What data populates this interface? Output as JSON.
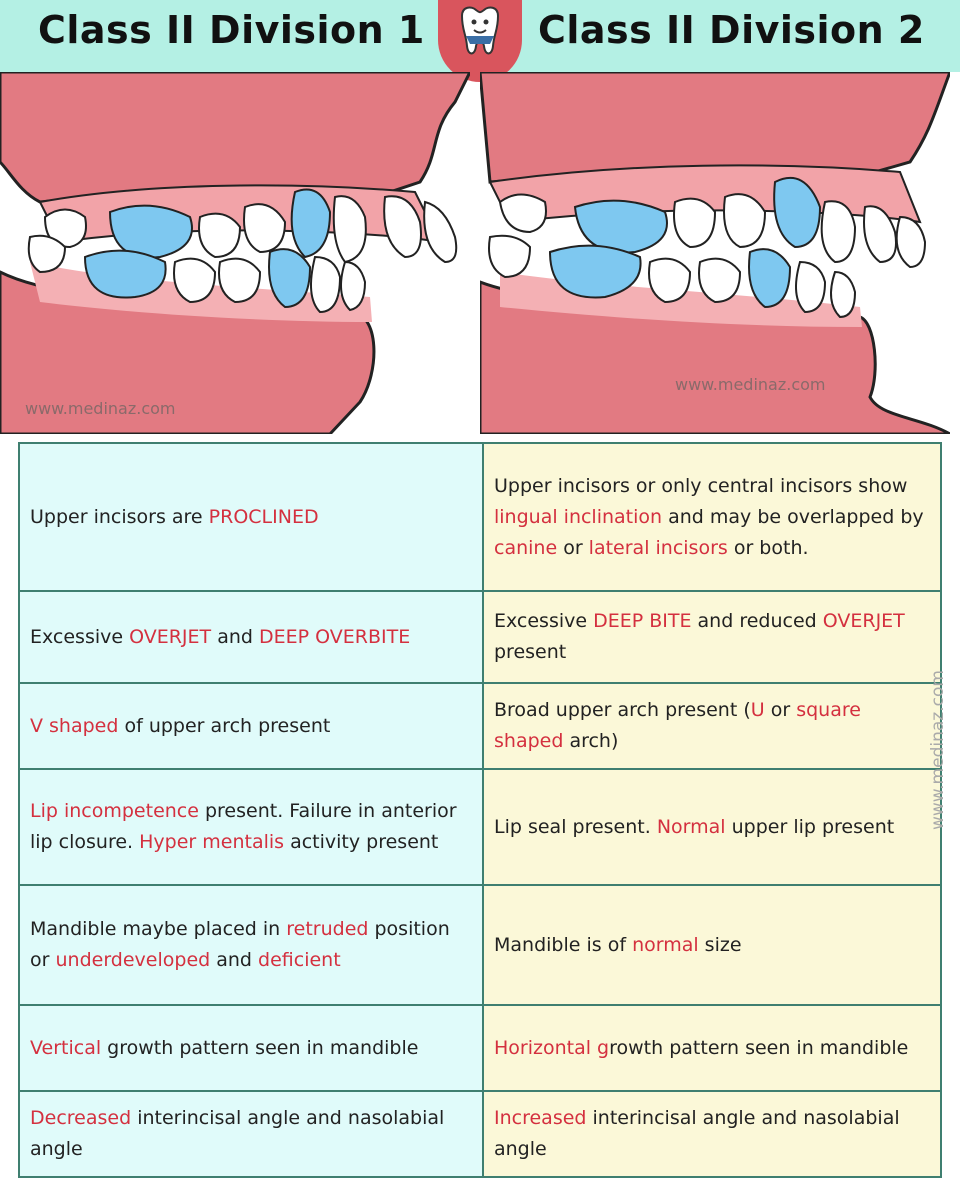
{
  "header": {
    "left_title": "Class II Division 1",
    "right_title": "Class II Division 2",
    "logo_icon": "tooth-mascot-icon"
  },
  "illustrations": {
    "left_watermark": "www.medinaz.com",
    "right_watermark": "www.medinaz.com",
    "side_watermark": "www.medinaz.com"
  },
  "colors": {
    "header_bg": "#b4f0e4",
    "highlight": "#d4303f",
    "left_column_bg": "#e0fbfa",
    "right_column_bg": "#fbf8d8",
    "gum": "#e27a82",
    "highlighted_teeth": "#7ec8f0"
  },
  "rows": [
    {
      "left": [
        {
          "t": "Upper incisors are "
        },
        {
          "t": "PROCLINED",
          "h": 1
        }
      ],
      "right": [
        {
          "t": "Upper incisors or only central incisors show "
        },
        {
          "t": "lingual inclination",
          "h": 1
        },
        {
          "t": " and may be overlapped by "
        },
        {
          "t": "canine",
          "h": 1
        },
        {
          "t": " or "
        },
        {
          "t": "lateral incisors",
          "h": 1
        },
        {
          "t": " or both."
        }
      ]
    },
    {
      "left": [
        {
          "t": "Excessive "
        },
        {
          "t": "OVERJET",
          "h": 1
        },
        {
          "t": " and "
        },
        {
          "t": "DEEP OVERBITE",
          "h": 1
        }
      ],
      "right": [
        {
          "t": "Excessive "
        },
        {
          "t": "DEEP BITE",
          "h": 1
        },
        {
          "t": " and reduced "
        },
        {
          "t": "OVERJET",
          "h": 1
        },
        {
          "t": " present"
        }
      ]
    },
    {
      "left": [
        {
          "t": "V shaped",
          "h": 1
        },
        {
          "t": " of upper arch present"
        }
      ],
      "right": [
        {
          "t": "Broad upper arch present ("
        },
        {
          "t": "U",
          "h": 1
        },
        {
          "t": " or "
        },
        {
          "t": "square shaped",
          "h": 1
        },
        {
          "t": " arch)"
        }
      ]
    },
    {
      "left": [
        {
          "t": "Lip incompetence",
          "h": 1
        },
        {
          "t": " present. Failure in anterior lip closure. "
        },
        {
          "t": "Hyper mentalis",
          "h": 1
        },
        {
          "t": " activity present"
        }
      ],
      "right": [
        {
          "t": "Lip seal present. "
        },
        {
          "t": "Normal",
          "h": 1
        },
        {
          "t": " upper lip present"
        }
      ]
    },
    {
      "left": [
        {
          "t": "Mandible maybe placed in "
        },
        {
          "t": "retruded",
          "h": 1
        },
        {
          "t": " position or "
        },
        {
          "t": "underdeveloped",
          "h": 1
        },
        {
          "t": " and "
        },
        {
          "t": "deficient",
          "h": 1
        }
      ],
      "right": [
        {
          "t": "Mandible is of "
        },
        {
          "t": "normal",
          "h": 1
        },
        {
          "t": " size"
        }
      ]
    },
    {
      "left": [
        {
          "t": "Vertical",
          "h": 1
        },
        {
          "t": " growth pattern seen in mandible"
        }
      ],
      "right": [
        {
          "t": "Horizontal g",
          "h": 1
        },
        {
          "t": "rowth pattern seen in mandible"
        }
      ]
    },
    {
      "left": [
        {
          "t": "Decreased",
          "h": 1
        },
        {
          "t": " interincisal angle and nasolabial angle"
        }
      ],
      "right": [
        {
          "t": "Increased",
          "h": 1
        },
        {
          "t": " interincisal angle and nasolabial angle"
        }
      ]
    }
  ]
}
